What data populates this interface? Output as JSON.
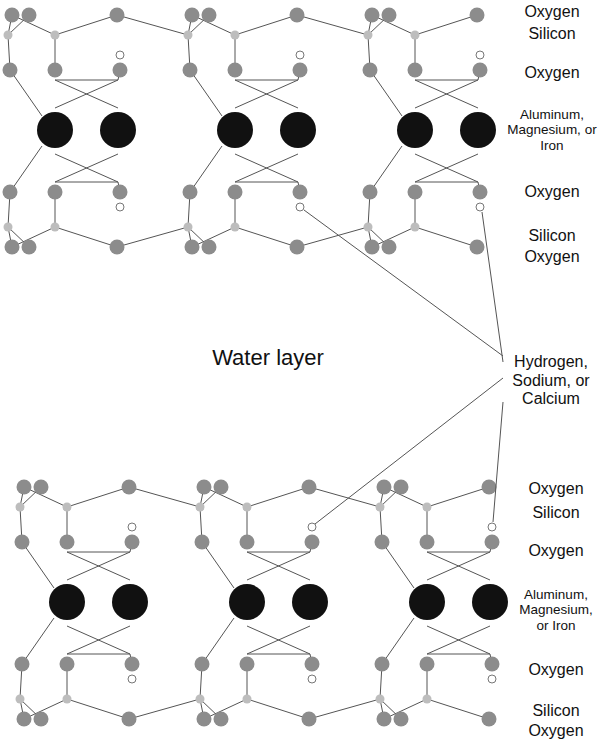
{
  "diagram": {
    "labels": [
      "Oxygen",
      "Silicon",
      "Oxygen",
      "Aluminum, Magnesium, or Iron",
      "Oxygen",
      "Silicon",
      "Oxygen",
      "Water layer",
      "Hydrogen, Sodium, or Calcium",
      "Oxygen",
      "Silicon",
      "Oxygen",
      "Aluminum, Magnesium, or Iron",
      "Oxygen",
      "Silicon",
      "Oxygen"
    ]
  }
}
